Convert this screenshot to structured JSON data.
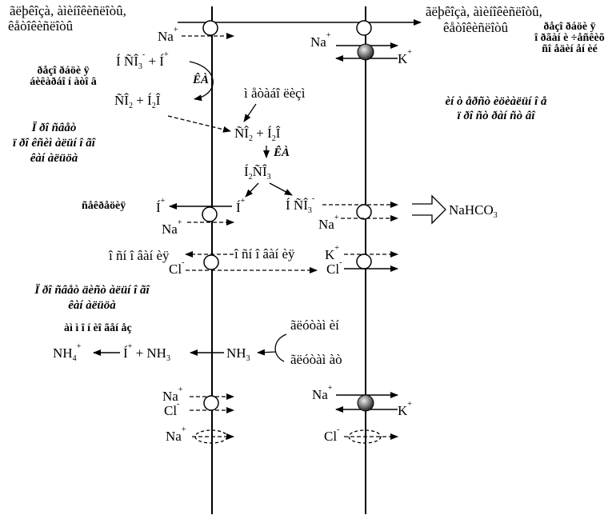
{
  "top_left": {
    "line1": "ãëþêîçà, àìèíîêèñëîòû,",
    "line2": "êåòîêèñëîòû"
  },
  "top_right": {
    "line1": "ãëþêîçà, àìèíîêèñëîòû,",
    "line2": "êåòîêèñëîòû"
  },
  "membrane_ions": {
    "na": "Na",
    "k": "K",
    "cl": "Cl",
    "plus": "+",
    "minus": "-",
    "nh4": "NH",
    "nh4_sub": "4",
    "h": "Í",
    "nh3": "NH",
    "nh3_sub": "3"
  },
  "reaction": {
    "hco3": "Í ÑÎ",
    "hco3_sub": "3",
    "plus_h": "+ Í",
    "co2": "ÑÎ",
    "co2_sub": "2",
    "plus_h2o": "+ Í",
    "h2o_sub": "2",
    "h2o_end": "Î",
    "h2co3_h": "Í",
    "h2co3_sub1": "2",
    "h2co3_co": "ÑÎ",
    "h2co3_sub2": "3",
    "ka_label": "ÊÀ",
    "metabolism": "ì åòàáî ëèçì"
  },
  "labels": {
    "reabsorption_left": {
      "line1": "ðåçî ðáöè ÿ",
      "line2": "áèêàðáî í àòî â"
    },
    "reabsorption_right": {
      "line1": "ðåçî ðáöè ÿ",
      "line2": "î ðãàí è ÷åñêèõ",
      "line3": "ñî åäèí åí èé"
    },
    "proximal": {
      "line1": "Ï ðî ñâåò",
      "line2": "ï ðî êñèì àëüí î ãî",
      "line3": "êàí àëüöà"
    },
    "distal_right": {
      "line1": "èí ò åðñò èöèàëüí î å",
      "line2": "ï ðî ñò ðàí ñò âî"
    },
    "distal_left": {
      "line1": "Ï ðî ñâåò  äèñò àëüí î ãî",
      "line2": "êàí àëüöà"
    },
    "secretion": "ñåêðåöèÿ",
    "co_transport_left": "î ñí î âàí èÿ",
    "co_transport_right": "î ñí î âàí èÿ",
    "ammoniogenesis": "àì ì î í èî ãåí åç",
    "glutamine": "ãëóòàì èí",
    "glutamate": "ãëóòàì àò",
    "nahco3": "NaHCO",
    "nahco3_sub": "3"
  },
  "colors": {
    "line": "#000000",
    "fill_sphere": "#555555"
  }
}
